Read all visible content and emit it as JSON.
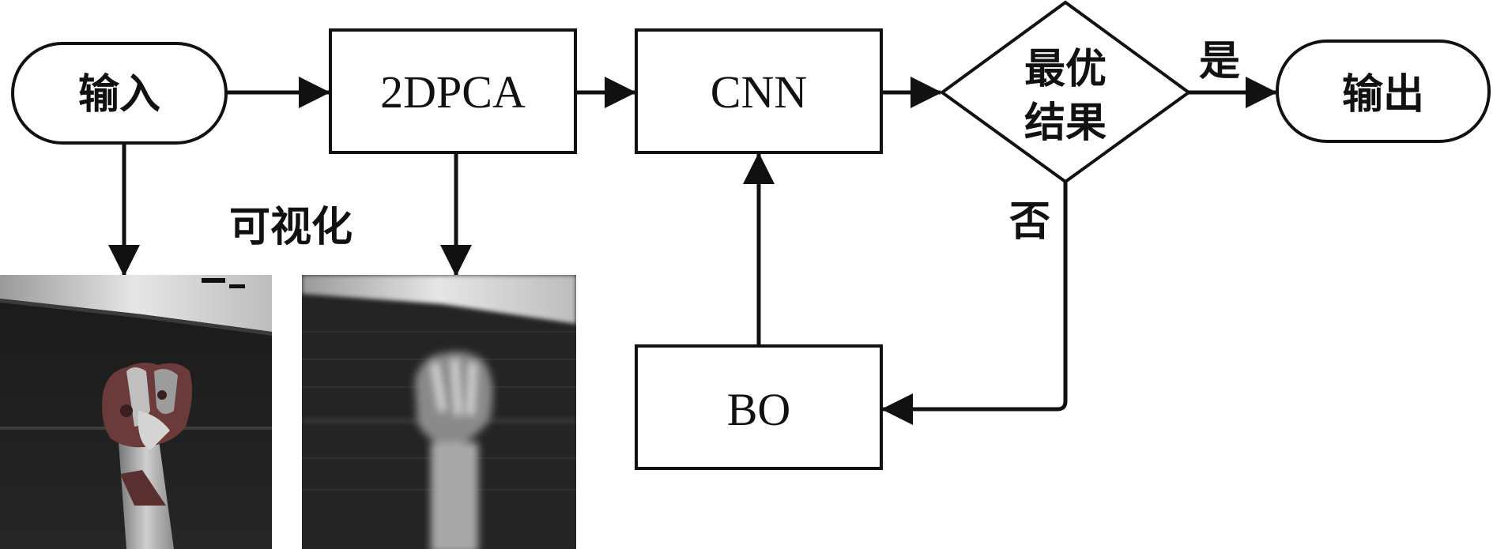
{
  "nodes": {
    "input": "输入",
    "pca": "2DPCA",
    "cnn": "CNN",
    "decision_line1": "最优",
    "decision_line2": "结果",
    "output": "输出",
    "bo": "BO"
  },
  "edge_labels": {
    "yes": "是",
    "no": "否",
    "visualize": "可视化"
  },
  "images": {
    "original_hand": "depth-hand-image",
    "pca_hand": "pca-reconstructed-hand-image"
  }
}
